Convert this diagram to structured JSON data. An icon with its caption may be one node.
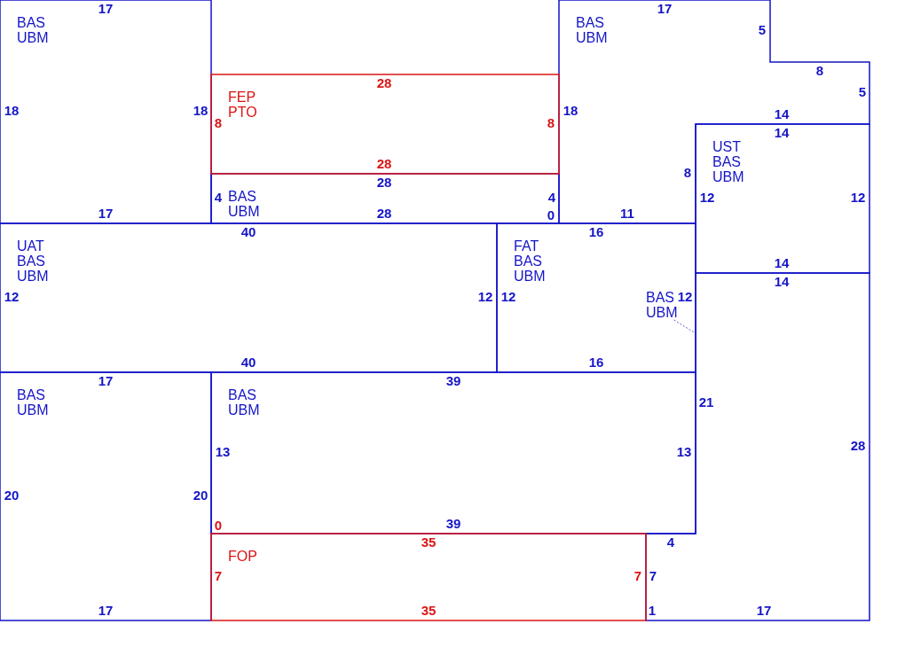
{
  "diagram": {
    "nodes": [
      {
        "text": [
          "BAS UBM"
        ]
      },
      {
        "text": [
          "BAS UBM"
        ]
      },
      {
        "text": [
          "FEP PTO"
        ]
      },
      {
        "text": [
          "UST BAS UBM"
        ]
      },
      {
        "text": [
          "BAS UBM"
        ]
      },
      {
        "text": [
          "UAT BAS UBM"
        ]
      },
      {
        "text": [
          "FAT BAS UBM"
        ]
      },
      {
        "text": [
          "BAS UBM"
        ],
        "in": 6
      },
      {
        "text": [],
        "shape": "box"
      },
      {
        "text": [
          "BAS UBM"
        ]
      },
      {
        "text": [
          "BAS UBM"
        ]
      },
      {
        "text": [
          "FOP"
        ]
      }
    ],
    "edges": [
      {
        "from": 7,
        "to": 8,
        "arrow": "none",
        "style": "dashed"
      }
    ],
    "labels": [
      "17",
      "17",
      "5",
      "8",
      "28",
      "5",
      "18",
      "18",
      "18",
      "14",
      "8",
      "8",
      "14",
      "28",
      "8",
      "28",
      "4",
      "4",
      "12",
      "12",
      "17",
      "28",
      "0",
      "11",
      "40",
      "16",
      "14",
      "14",
      "12",
      "12",
      "12",
      "12",
      "40",
      "16",
      "17",
      "39",
      "21",
      "28",
      "13",
      "13",
      "20",
      "20",
      "0",
      "39",
      "35",
      "4",
      "7",
      "7",
      "7",
      "17",
      "35",
      "1",
      "17"
    ]
  }
}
